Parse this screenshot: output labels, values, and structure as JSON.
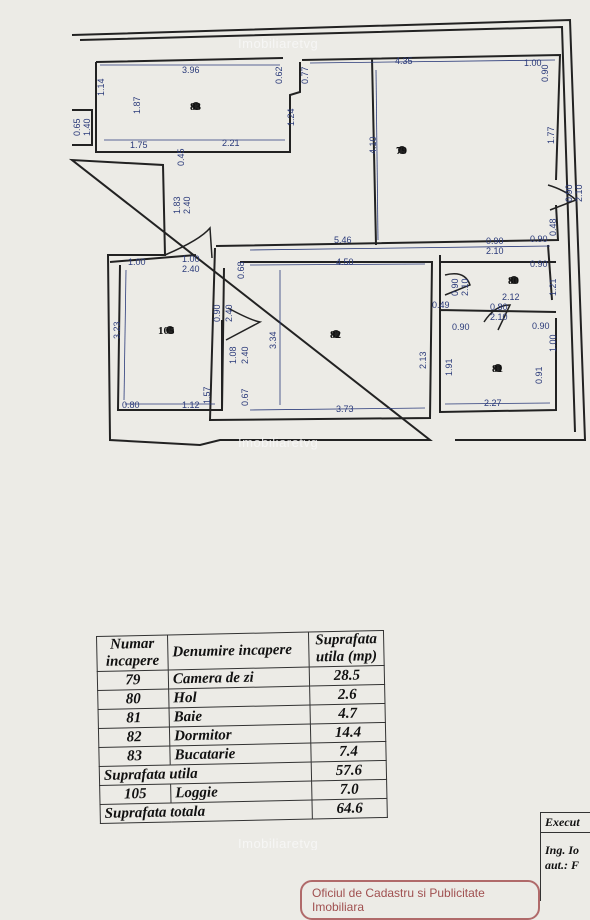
{
  "watermark": "Imobiliaretvg",
  "rooms": {
    "r79": "79",
    "r80": "80",
    "r81": "81",
    "r82": "82",
    "r83": "83",
    "r105": "105"
  },
  "dimensions": {
    "d396": "3.96",
    "d062": "0.62",
    "d077": "0.77",
    "d435": "4.35",
    "d100a": "1.00",
    "d090a": "0.90",
    "d114": "1.14",
    "d187": "1.87",
    "d065": "0.65",
    "d140": "1.40",
    "d175": "1.75",
    "d221": "2.21",
    "d124": "1.24",
    "d045": "0.45",
    "d410": "4.10",
    "d177": "1.77",
    "d090b": "0.90",
    "d210a": "2.10",
    "d183": "1.83",
    "d240a": "2.40",
    "d546": "5.46",
    "d090c": "0.90",
    "d210b": "2.10",
    "d090d": "0.90",
    "d048": "0.48",
    "d100b": "1.00",
    "d100c": "1.00",
    "d240b": "2.40",
    "d068": "0.68",
    "d450": "4.50",
    "d090e": "0.90",
    "d210c": "2.10",
    "d090f": "0.90",
    "d212": "2.12",
    "d121": "1.21",
    "d049": "0.49",
    "d080a": "0.80",
    "d210d": "2.10",
    "d090g": "0.90",
    "d090h": "0.90",
    "d100d": "1.00",
    "d090i": "0.90",
    "d240c": "2.40",
    "d323": "3.23",
    "d334": "3.34",
    "d108": "1.08",
    "d240d": "2.40",
    "d213": "2.13",
    "d191": "1.91",
    "d091": "0.91",
    "d080b": "0.80",
    "d112": "1.12",
    "d157": "1.57",
    "d067": "0.67",
    "d373": "3.73",
    "d227": "2.27"
  },
  "table": {
    "head": {
      "num": "Numar incapere",
      "name": "Denumire incapere",
      "area": "Suprafata utila (mp)"
    },
    "rows": [
      {
        "num": "79",
        "name": "Camera de zi",
        "area": "28.5"
      },
      {
        "num": "80",
        "name": "Hol",
        "area": "2.6"
      },
      {
        "num": "81",
        "name": "Baie",
        "area": "4.7"
      },
      {
        "num": "82",
        "name": "Dormitor",
        "area": "14.4"
      },
      {
        "num": "83",
        "name": "Bucatarie",
        "area": "7.4"
      }
    ],
    "util_label": "Suprafata utila",
    "util_value": "57.6",
    "loggia": {
      "num": "105",
      "name": "Loggie",
      "area": "7.0"
    },
    "total_label": "Suprafata totala",
    "total_value": "64.6"
  },
  "exec": {
    "title": "Execut",
    "line1": "Ing. Io",
    "line2": "aut.: F"
  },
  "stamp": "Oficiul de Cadastru si Publicitate Imobiliara"
}
